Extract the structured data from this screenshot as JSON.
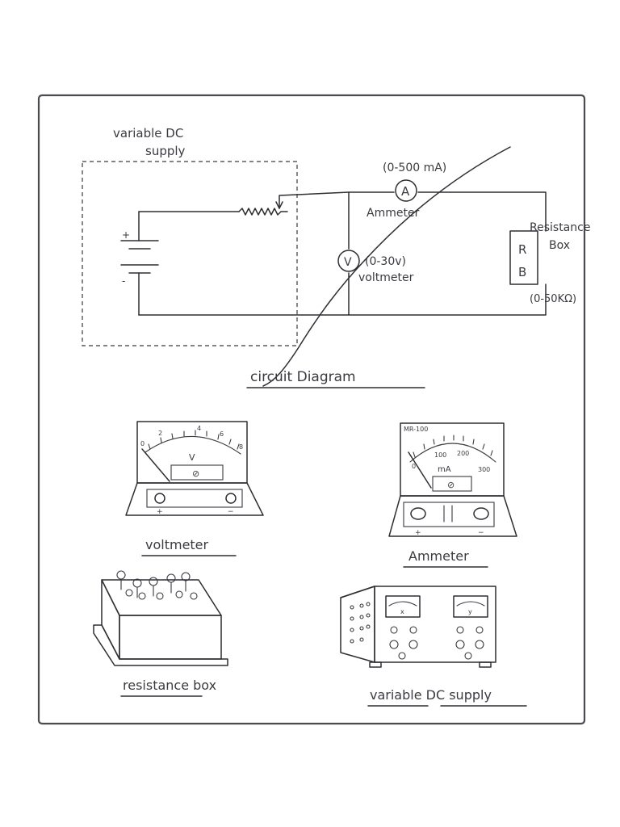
{
  "circuit": {
    "supply_label_line1": "variable DC",
    "supply_label_line2": "supply",
    "ammeter_symbol": "A",
    "ammeter_range": "(0-500 mA)",
    "ammeter_label": "Ammeter",
    "voltmeter_symbol": "V",
    "voltmeter_range": "(0-30v)",
    "voltmeter_label": "voltmeter",
    "resistance_box_label_line1": "Resistance",
    "resistance_box_label_line2": "Box",
    "resistance_box_letter1": "R",
    "resistance_box_letter2": "B",
    "resistance_box_range": "(0-50KΩ)",
    "battery_plus": "+",
    "battery_minus": "-",
    "title": "circuit Diagram"
  },
  "voltmeter_drawing": {
    "scale_ticks": [
      "0",
      "2",
      "4",
      "6",
      "8"
    ],
    "unit": "V",
    "zero_adjust": "⊘",
    "plus": "+",
    "minus": "−",
    "caption": "voltmeter"
  },
  "ammeter_drawing": {
    "model": "MR-100",
    "scale_ticks": [
      "0",
      "100",
      "200",
      "300"
    ],
    "unit": "mA",
    "zero_adjust": "⊘",
    "plus": "+",
    "minus": "−",
    "caption": "Ammeter"
  },
  "resistance_box_drawing": {
    "caption": "resistance box"
  },
  "dc_supply_drawing": {
    "meter_x": "x",
    "meter_y": "y",
    "caption": "variable DC supply"
  },
  "colors": {
    "ink": "#2e2e33",
    "paper": "#ffffff",
    "frame": "#4a4a50"
  }
}
